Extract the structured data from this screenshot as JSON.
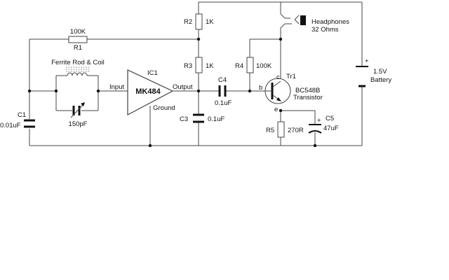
{
  "ferrite": {
    "label": "Ferrite Rod & Coil"
  },
  "r1": {
    "name": "R1",
    "value": "100K"
  },
  "r2": {
    "name": "R2",
    "value": "1K"
  },
  "r3": {
    "name": "R3",
    "value": "1K"
  },
  "r4": {
    "name": "R4",
    "value": "100K"
  },
  "r5": {
    "name": "R5",
    "value": "270R"
  },
  "c1": {
    "name": "C1",
    "value": "0.01uF"
  },
  "c3": {
    "name": "C3",
    "value": "0.1uF"
  },
  "c4": {
    "name": "C4",
    "value": "0.1uF"
  },
  "c5": {
    "name": "C5",
    "value": "47uF",
    "plus": "+"
  },
  "tuning_cap": {
    "value": "150pF"
  },
  "ic1": {
    "name": "IC1",
    "part": "MK484",
    "input": "Input",
    "output": "Output",
    "ground": "Ground"
  },
  "tr1": {
    "name": "Tr1",
    "part": "BC548B",
    "type": "Transistor",
    "base": "b",
    "collector": "c",
    "emitter": "e"
  },
  "headphones": {
    "line1": "Headphones",
    "line2": "32 Ohms"
  },
  "battery": {
    "voltage": "1.5V",
    "label": "Battery",
    "plus": "+"
  }
}
